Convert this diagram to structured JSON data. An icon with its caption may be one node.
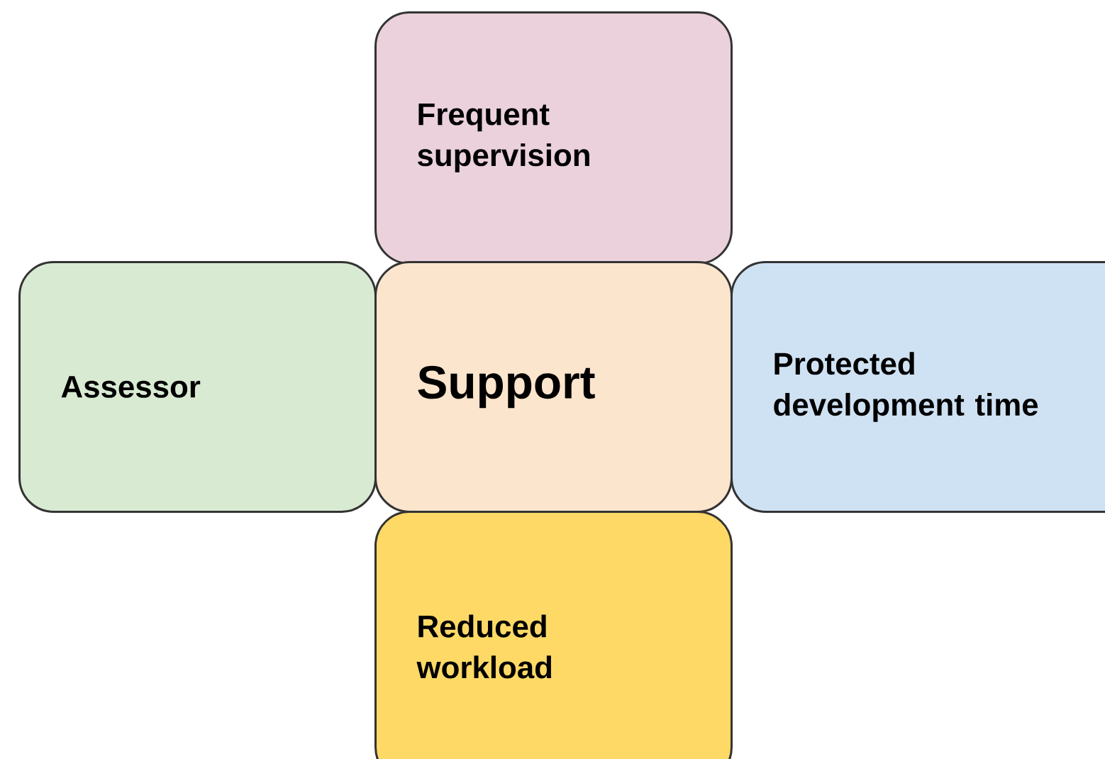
{
  "diagram": {
    "nodes": [
      {
        "text": [
          "Frequent supervision"
        ]
      },
      {
        "text": [
          "Assessor"
        ]
      },
      {
        "text": [
          "Support"
        ]
      },
      {
        "text": [
          "Protected development time"
        ]
      },
      {
        "text": [
          "Reduced workload"
        ]
      }
    ]
  }
}
